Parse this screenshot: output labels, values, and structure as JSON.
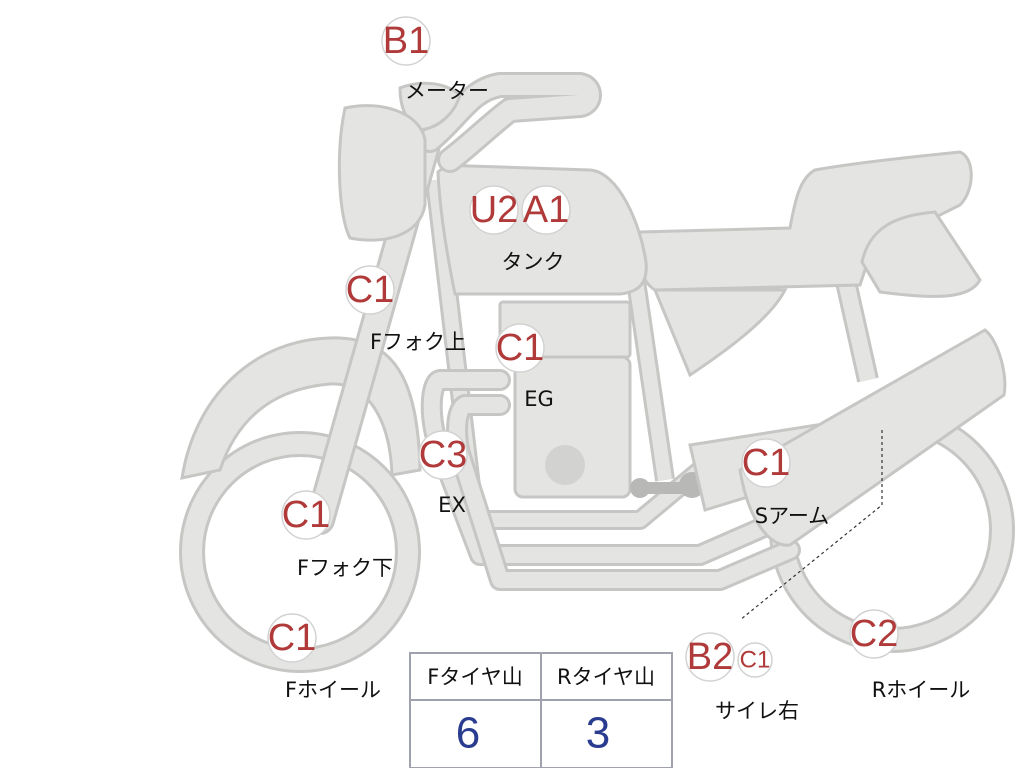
{
  "badges": [
    {
      "id": "meter",
      "code": "B1",
      "label": "メーター"
    },
    {
      "id": "tank-u",
      "code": "U2",
      "label": ""
    },
    {
      "id": "tank-a",
      "code": "A1",
      "label": "タンク"
    },
    {
      "id": "ffork-upper",
      "code": "C1",
      "label": "Fフォク上"
    },
    {
      "id": "engine",
      "code": "C1",
      "label": "EG"
    },
    {
      "id": "exhaust",
      "code": "C3",
      "label": "EX"
    },
    {
      "id": "swingarm",
      "code": "C1",
      "label": "Sアーム"
    },
    {
      "id": "ffork-lower",
      "code": "C1",
      "label": "Fフォク下"
    },
    {
      "id": "fwheel",
      "code": "C1",
      "label": "Fホイール"
    },
    {
      "id": "muffler-b",
      "code": "B2",
      "label": ""
    },
    {
      "id": "muffler-c",
      "code": "C1",
      "label": "サイレ右"
    },
    {
      "id": "rwheel",
      "code": "C2",
      "label": "Rホイール"
    }
  ],
  "tire_table": {
    "headers": [
      "Fタイヤ山",
      "Rタイヤ山"
    ],
    "values": [
      "6",
      "3"
    ]
  },
  "colors": {
    "body_fill": "#e4e4e2",
    "body_outline": "#c6c6c4",
    "badge_text": "#b03a3a",
    "table_value": "#2a3c8f"
  }
}
